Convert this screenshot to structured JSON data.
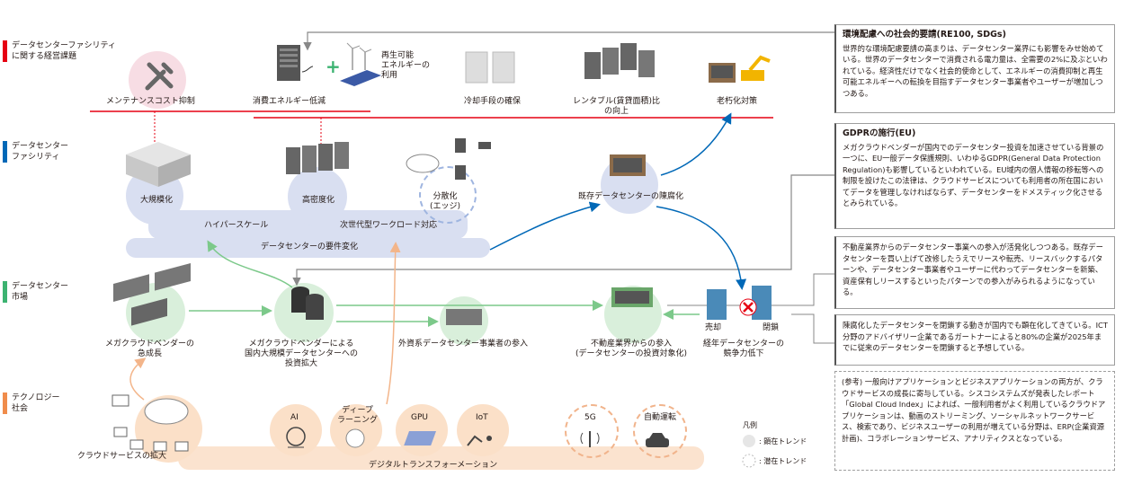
{
  "lanes": [
    {
      "label": "データセンターファシリティ\nに関する経営課題",
      "color": "#e60012"
    },
    {
      "label": "データセンター\nファシリティ",
      "color": "#0068b7"
    },
    {
      "label": "データセンター\n市場",
      "color": "#3cb371"
    },
    {
      "label": "テクノロジー\n社会",
      "color": "#f08c4b"
    }
  ],
  "issues": {
    "maintenance": "メンテナンスコスト抑制",
    "energy": "消費エネルギー低減",
    "renewable": "再生可能\nエネルギーの\n利用",
    "cooling": "冷却手段の確保",
    "rentable": "レンタブル(賃貸面積)比\nの向上",
    "aging": "老朽化対策"
  },
  "facility": {
    "large_scale": "大規模化",
    "high_density": "高密度化",
    "distributed": "分散化\n(エッジ)",
    "hyperscale": "ハイパースケール",
    "next_gen": "次世代型ワークロード対応",
    "requirement_change": "データセンターの要件変化",
    "obsolete": "既存データセンターの陳腐化"
  },
  "market": {
    "mega_growth": "メガクラウドベンダーの\n急成長",
    "mega_invest": "メガクラウドベンダーによる\n国内大規模データセンターへの\n投資拡大",
    "foreign": "外資系データセンター事業者の参入",
    "real_estate": "不動産業界からの参入\n(データセンターの投資対象化)",
    "sale": "売却",
    "closure": "閉鎖",
    "aged_decline": "経年データセンターの\n競争力低下"
  },
  "technology": {
    "cloud_expansion": "クラウドサービスの拡大",
    "ai": "AI",
    "deep_learning": "ディープ\nラーニング",
    "gpu": "GPU",
    "iot": "IoT",
    "five_g": "5G",
    "autonomous": "自動運転",
    "dx": "デジタルトランスフォーメーション"
  },
  "legend": {
    "title": "凡例",
    "apparent": ": 顕在トレンド",
    "latent": ": 潜在トレンド"
  },
  "notes": {
    "re100_title": "環境配慮への社会的要請(RE100, SDGs)",
    "re100_body": "世界的な環境配慮要請の高まりは、データセンター業界にも影響をみせ始めている。世界のデータセンターで消費される電力量は、全需要の2%に及ぶといわれている。経済性だけでなく社会的使命として、エネルギーの消費抑制と再生可能エネルギーへの転換を目指すデータセンター事業者やユーザーが増加しつつある。",
    "gdpr_title": "GDPRの施行(EU)",
    "gdpr_body": "メガクラウドベンダーが国内でのデータセンター投資を加速させている背景の一つに、EU一般データ保護規則、いわゆるGDPR(General Data Protection Regulation)も影響しているといわれている。EU域内の個人情報の移転等への制限を設けたこの法律は、クラウドサービスについても利用者の所在国においてデータを管理しなければならず、データセンターをドメスティック化させるとみられている。",
    "realestate_body": "不動産業界からのデータセンター事業への参入が活発化しつつある。既存データセンターを買い上げて改修したうえでリースや転売、リースバックするパターンや、データセンター事業者やユーザーに代わってデータセンターを新築、資産保有しリースするといったパターンでの参入がみられるようになっている。",
    "closure_body": "陳腐化したデータセンターを閉鎖する動きが国内でも顕在化してきている。ICT分野のアドバイザリー企業であるガートナーによると80%の企業が2025年までに従来のデータセンターを閉鎖すると予想している。",
    "ref_body": "(参考) 一般向けアプリケーションとビジネスアプリケーションの両方が、クラウドサービスの成長に寄与している。シスコシステムズが発表したレポート「Global Cloud Index」によれば、一般利用者がよく利用しているクラウドアプリケーションは、動画のストリーミング、ソーシャルネットワークサービス、検索であり、ビジネスユーザーの利用が増えている分野は、ERP(企業資源計画)、コラボレーションサービス、アナリティクスとなっている。"
  },
  "colors": {
    "red": "#e60012",
    "blue": "#0068b7",
    "green": "#7cc98a",
    "orange": "#f3b58a"
  }
}
